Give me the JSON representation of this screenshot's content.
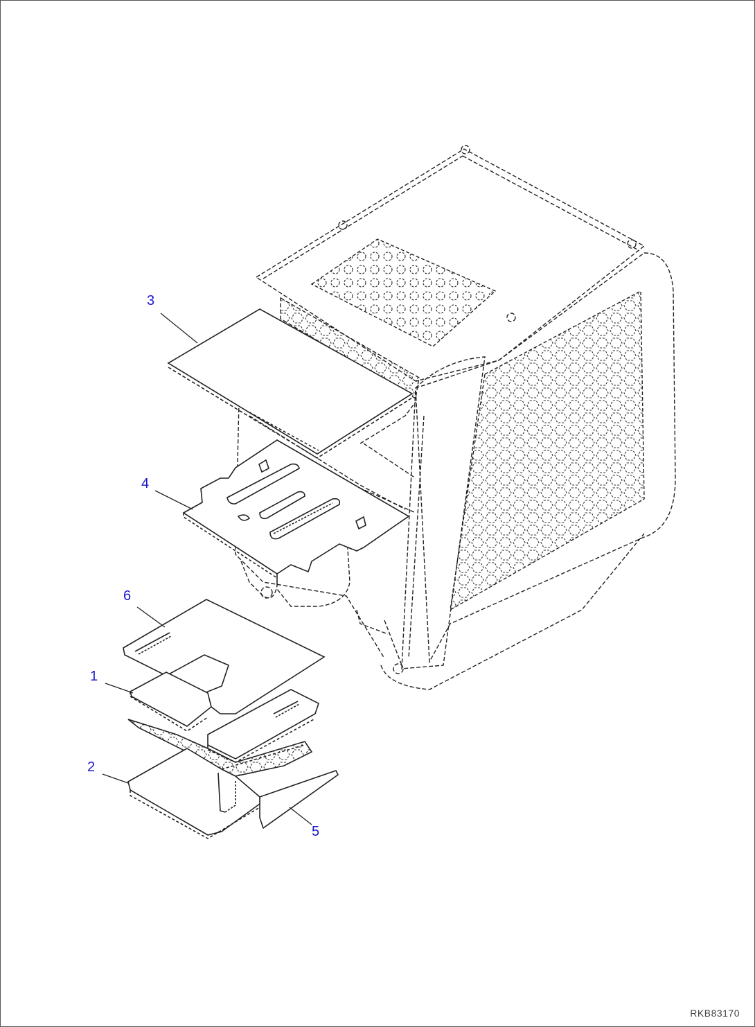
{
  "callouts": {
    "c1": "1",
    "c2": "2",
    "c3": "3",
    "c4": "4",
    "c5": "5",
    "c6": "6"
  },
  "figure_code": "RKB83170",
  "colors": {
    "callout": "#1a1acc",
    "line": "#222222",
    "frame": "#555555"
  }
}
